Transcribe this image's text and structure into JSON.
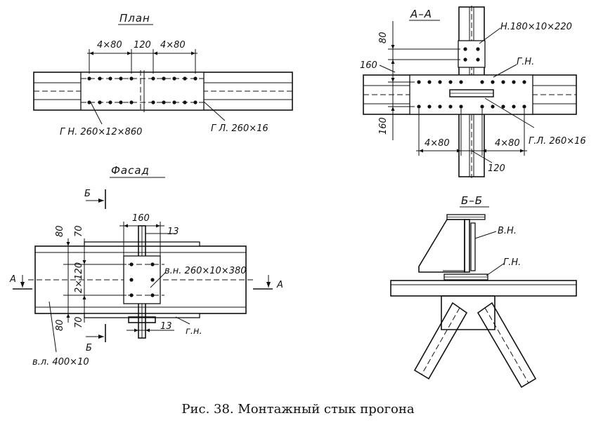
{
  "titles": {
    "plan": "План",
    "facade": "Фасад",
    "section_aa": "А–А",
    "section_bb": "Б–Б"
  },
  "plan": {
    "dim_left": "4×80",
    "dim_mid": "120",
    "dim_right": "4×80",
    "label_gn": "Г Н. 260×12×860",
    "label_gl": "Г Л. 260×16"
  },
  "section_aa": {
    "dim_80": "80",
    "dim_160_top": "160",
    "dim_160_left": "160",
    "label_n": "Н.180×10×220",
    "label_gn": "Г.Н.",
    "label_gl": "Г.Л. 260×16",
    "dim_left": "4×80",
    "dim_right": "4×80",
    "dim_120": "120"
  },
  "facade": {
    "mark_b_top": "Б",
    "mark_b_bottom": "Б",
    "mark_a_left": "А",
    "mark_a_right": "А",
    "dim_160": "160",
    "dim_13_top": "13",
    "dim_13_bottom": "13",
    "dim_80_top": "80",
    "dim_70_top": "70",
    "dim_2x120": "2×120",
    "dim_70_bottom": "70",
    "dim_80_bottom": "80",
    "label_vn": "в.н. 260×10×380",
    "label_gn": "г.н.",
    "label_vl": "в.л. 400×10"
  },
  "section_bb": {
    "label_vn": "В.Н.",
    "label_gn": "Г.Н."
  },
  "caption": "Рис. 38. Монтажный стык прогона"
}
